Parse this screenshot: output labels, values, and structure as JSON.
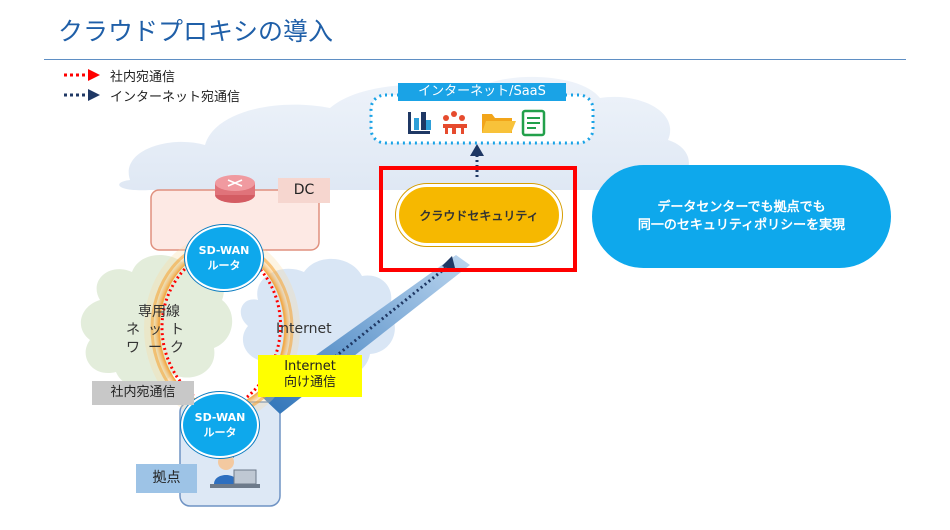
{
  "title": "クラウドプロキシの導入",
  "legend": {
    "internal": {
      "label": "社内宛通信",
      "color": "#ff0000"
    },
    "internet": {
      "label": "インターネット宛通信",
      "color": "#1f3864"
    }
  },
  "internet_saas": {
    "label": "インターネット/SaaS",
    "icons": [
      "chart-icon",
      "meeting-icon",
      "folder-icon",
      "document-icon"
    ]
  },
  "dc": {
    "label": "DC",
    "icon": "router-icon"
  },
  "routers": {
    "top": {
      "line1": "SD-WAN",
      "line2": "ルータ"
    },
    "bottom": {
      "line1": "SD-WAN",
      "line2": "ルータ"
    }
  },
  "networks": {
    "leased": {
      "line1": "専用線",
      "line2": "ネット",
      "line3": "ワーク"
    },
    "internet": "Internet"
  },
  "labels": {
    "internet_out_line1": "Internet",
    "internet_out_line2": "向け通信",
    "internal": "社内宛通信",
    "base": "拠点"
  },
  "cloud_security": "クラウドセキュリティ",
  "callout": {
    "line1": "データセンターでも拠点でも",
    "line2": "同一のセキュリティポリシーを実現"
  },
  "colors": {
    "primary_blue": "#0ea8ec",
    "title_blue": "#1f5fa8",
    "highlight_red": "#ff0000",
    "security_yellow": "#f6b800",
    "navy": "#1f3864"
  }
}
